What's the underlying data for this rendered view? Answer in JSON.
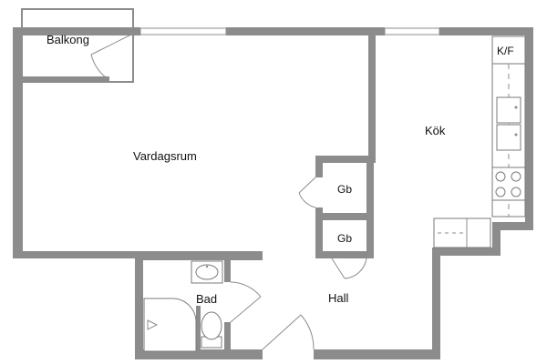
{
  "rooms": {
    "balkong": "Balkong",
    "vardagsrum": "Vardagsrum",
    "kok": "Kök",
    "kf": "K/F",
    "gb_upper": "Gb",
    "gb_lower": "Gb",
    "bad": "Bad",
    "hall": "Hall"
  },
  "colors": {
    "wall": "#8c8c8c",
    "background": "#ffffff",
    "text": "#111111"
  }
}
